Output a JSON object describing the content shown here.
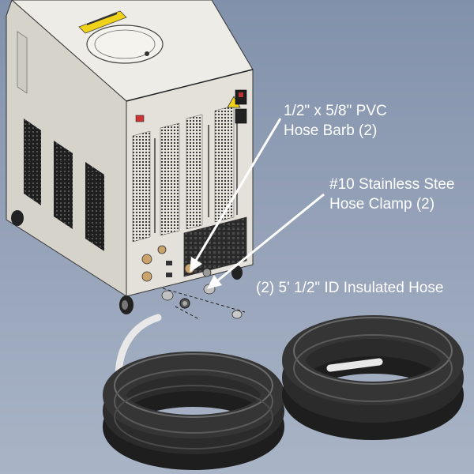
{
  "colors": {
    "background_top": "#8494ad",
    "background_bottom": "#a5b1c5",
    "cabinet_light": "#eceae3",
    "cabinet_side": "#cfccc3",
    "cabinet_front": "#e2e0d9",
    "label_text": "#ffffff",
    "warning_yellow": "#f0d21a",
    "hose_black": "#2d2d2d",
    "hose_highlight": "#6b6b6b"
  },
  "callouts": {
    "hose_barb": {
      "line1": "1/2\" x 5/8\" PVC",
      "line2": "Hose Barb (2)"
    },
    "hose_clamp": {
      "line1": "#10 Stainless Stee",
      "line2": "Hose Clamp (2)"
    },
    "insulated_hose": {
      "line1": "(2) 5' 1/2\" ID Insulated Hose"
    }
  },
  "icons": [
    "warning-label-icon",
    "power-switch-icon",
    "power-inlet-icon",
    "caster-wheel-icon"
  ]
}
